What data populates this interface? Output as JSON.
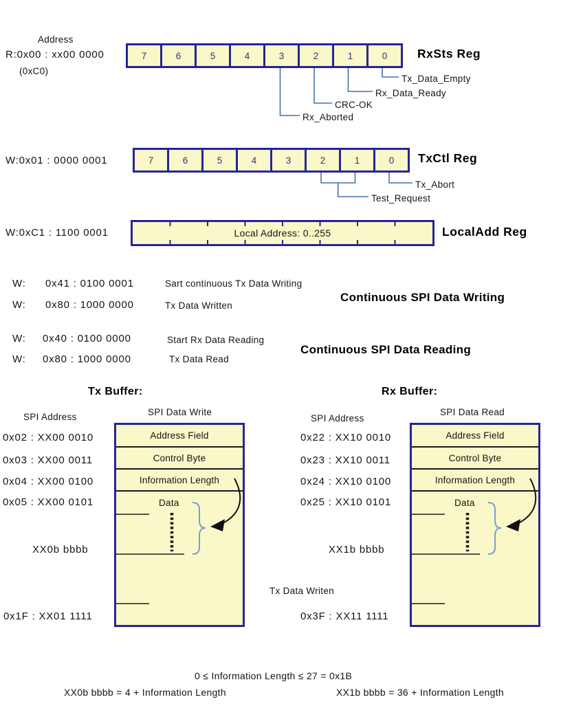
{
  "colors": {
    "cell_fill": "#FAF8C8",
    "navy_border": "#24249A",
    "callout_line": "#4472A8",
    "brace_blue": "#7B9CD1",
    "text": "#111111"
  },
  "rxsts": {
    "address_caption": "Address",
    "address": "R:0x00 : xx00 0000",
    "address_hex": "(0xC0)",
    "title": "RxSts Reg",
    "bits": [
      "7",
      "6",
      "5",
      "4",
      "3",
      "2",
      "1",
      "0"
    ],
    "callouts": {
      "bit0": "Tx_Data_Empty",
      "bit1": "Rx_Data_Ready",
      "bit2": "CRC-OK",
      "bit3": "Rx_Aborted"
    }
  },
  "txctl": {
    "address": "W:0x01 : 0000 0001",
    "title": "TxCtl Reg",
    "bits": [
      "7",
      "6",
      "5",
      "4",
      "3",
      "2",
      "1",
      "0"
    ],
    "callouts": {
      "bit0": "Tx_Abort",
      "bits_2_1": "Test_Request"
    }
  },
  "localadd": {
    "address": "W:0xC1 : 1100 0001",
    "title": "LocalAdd Reg",
    "field": "Local Address: 0..255"
  },
  "continuous_writing": {
    "title": "Continuous SPI Data Writing",
    "rows": [
      {
        "prefix": "W:",
        "value": "0x41 : 0100 0001",
        "desc": "Sart continuous Tx Data Writing"
      },
      {
        "prefix": "W:",
        "value": "0x80 : 1000 0000",
        "desc": "Tx Data Written"
      }
    ]
  },
  "continuous_reading": {
    "title": "Continuous SPI Data Reading",
    "rows": [
      {
        "prefix": "W:",
        "value": "0x40 : 0100 0000",
        "desc": "Start Rx Data Reading"
      },
      {
        "prefix": "W:",
        "value": "0x80 : 1000 0000",
        "desc": "Tx Data Read"
      }
    ]
  },
  "tx_buffer": {
    "title": "Tx Buffer:",
    "address_header": "SPI Address",
    "data_header": "SPI Data Write",
    "fields": [
      "Address Field",
      "Control Byte",
      "Information Length",
      "Data"
    ],
    "addresses": [
      "0x02 : XX00 0010",
      "0x03 : XX00 0011",
      "0x04 : XX00 0100",
      "0x05 : XX00 0101"
    ],
    "mid_address": "XX0b bbbb",
    "last_address": "0x1F : XX01 1111"
  },
  "rx_buffer": {
    "title": "Rx Buffer:",
    "address_header": "SPI Address",
    "data_header": "SPI Data Read",
    "fields": [
      "Address Field",
      "Control Byte",
      "Information Length",
      "Data"
    ],
    "addresses": [
      "0x22 : XX10 0010",
      "0x23 : XX10 0011",
      "0x24 : XX10 0100",
      "0x25 : XX10 0101"
    ],
    "mid_address": "XX1b bbbb",
    "note": "Tx Data Writen",
    "last_address": "0x3F : XX11 1111"
  },
  "footer": {
    "range": "0 ≤ Information Length ≤ 27 = 0x1B",
    "tx_formula": "XX0b bbbb = 4 + Information Length",
    "rx_formula": "XX1b bbbb = 36 + Information Length"
  }
}
